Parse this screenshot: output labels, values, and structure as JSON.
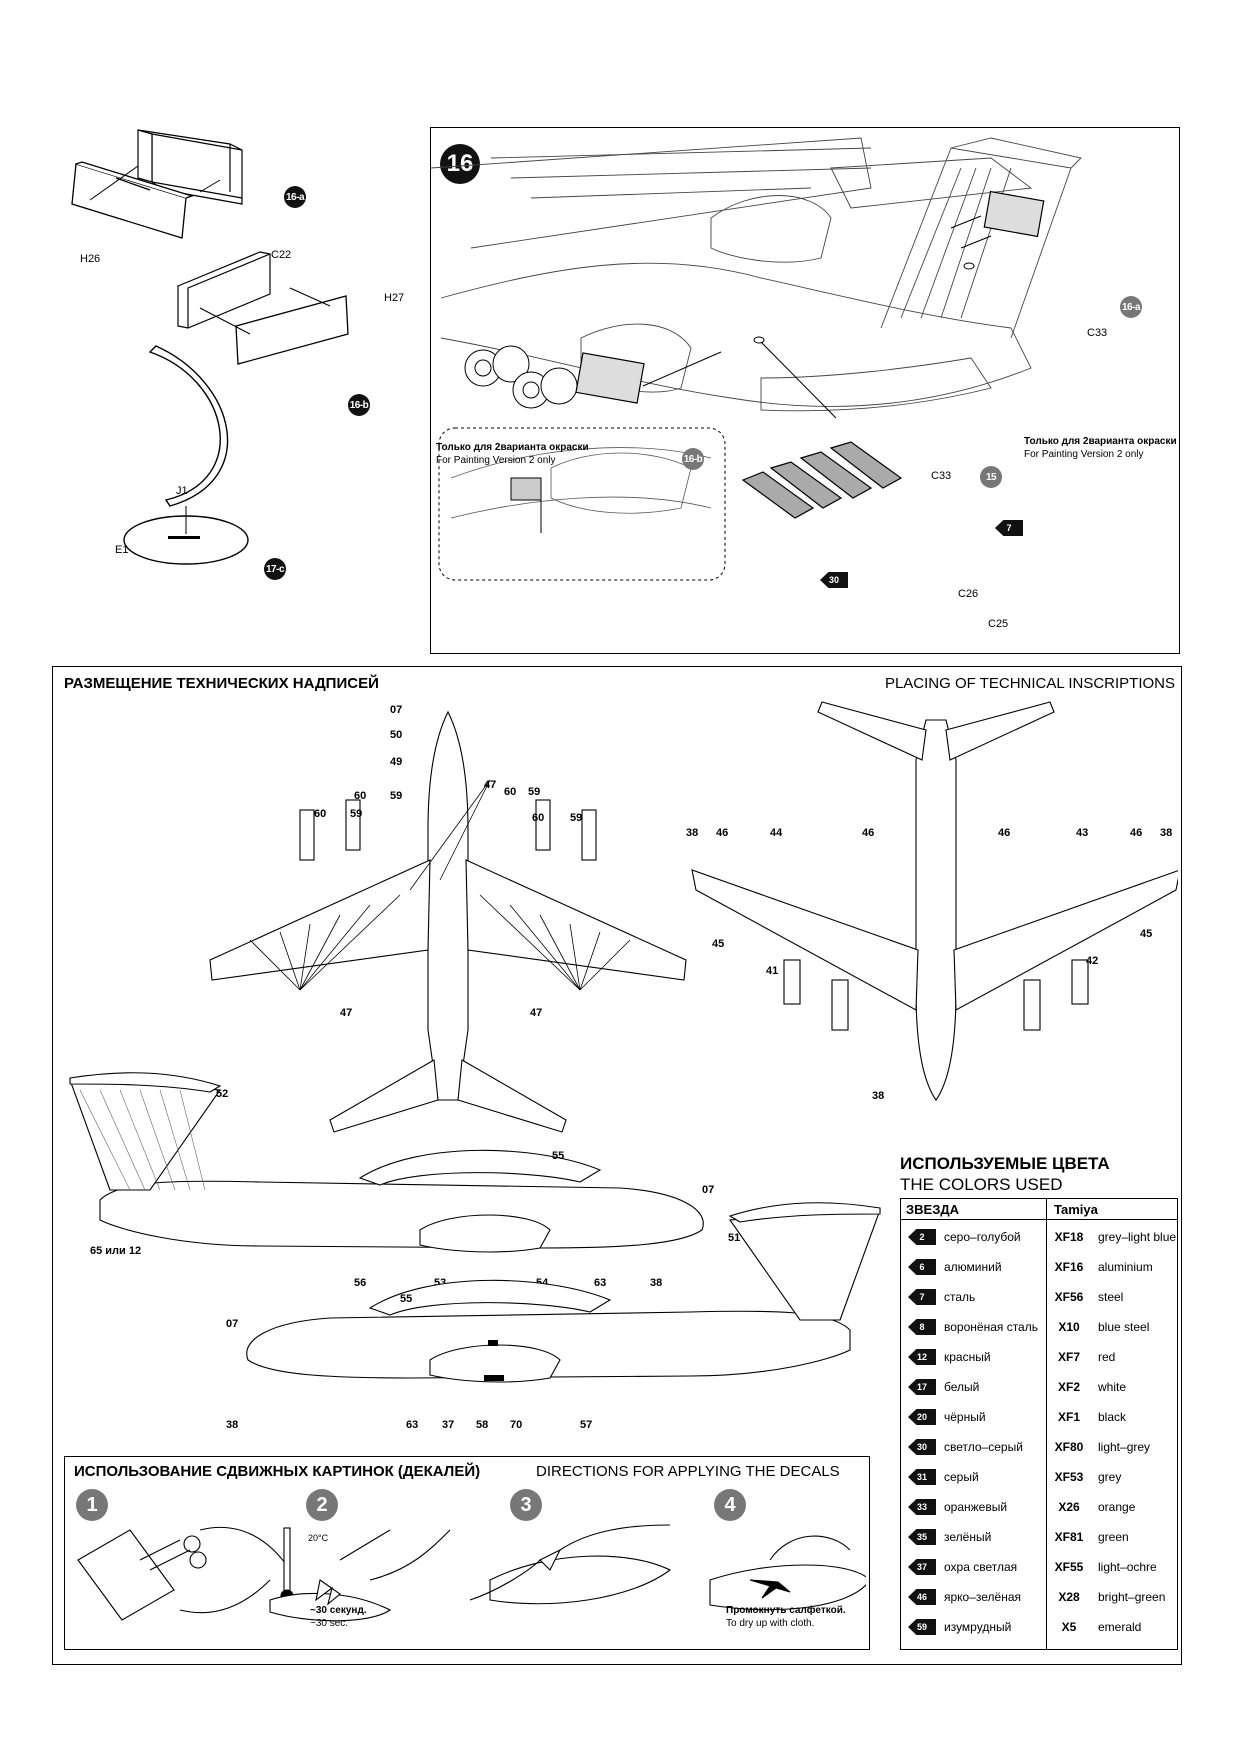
{
  "top_left": {
    "labels": {
      "h26": "H26",
      "c22": "C22",
      "h27": "H27",
      "j1": "J1",
      "e1": "E1"
    },
    "badges": {
      "b16a": "16-a",
      "b16b": "16-b",
      "b17c": "17-c"
    }
  },
  "step16": {
    "number": "16",
    "note_ru": "Только для 2варианта окраски",
    "note_en": "For Painting Version 2 only",
    "note2_ru": "Только для 2варианта окраски",
    "note2_en": "For Painting Version 2 only",
    "labels": {
      "c33a": "C33",
      "c33b": "C33",
      "c26": "C26",
      "c25": "C25"
    },
    "badges": {
      "b16a": "16-a",
      "b16b": "16-b",
      "b15": "15"
    },
    "stars": {
      "s7": "7",
      "s30": "30"
    }
  },
  "inscriptions": {
    "title_ru": "РАЗМЕЩЕНИЕ ТЕХНИЧЕСКИХ НАДПИСЕЙ",
    "title_en": "PLACING OF TECHNICAL INSCRIPTIONS",
    "top_view_labels": [
      "07",
      "50",
      "49",
      "47",
      "60",
      "59",
      "60",
      "59",
      "60",
      "59",
      "60",
      "59",
      "47",
      "47"
    ],
    "bottom_view_labels": [
      "38",
      "46",
      "44",
      "46",
      "46",
      "43",
      "46",
      "38",
      "45",
      "41",
      "42",
      "45",
      "38"
    ],
    "side1_labels": [
      "52",
      "55",
      "07",
      "65 или 12",
      "56",
      "53",
      "54",
      "63",
      "38"
    ],
    "side2_labels": [
      "51",
      "55",
      "07",
      "38",
      "63",
      "37",
      "58",
      "70",
      "57"
    ]
  },
  "colors": {
    "title_ru": "ИСПОЛЬЗУЕМЫЕ ЦВЕТА",
    "title_en": "THE COLORS USED",
    "col_star": "ЗВЕЗДА",
    "col_tamiya": "Tamiya",
    "rows": [
      {
        "star": "2",
        "ru": "серо–голубой",
        "code": "XF18",
        "en": "grey–light blue"
      },
      {
        "star": "6",
        "ru": "алюминий",
        "code": "XF16",
        "en": "aluminium"
      },
      {
        "star": "7",
        "ru": "сталь",
        "code": "XF56",
        "en": "steel"
      },
      {
        "star": "8",
        "ru": "ворoнёная сталь",
        "code": "X10",
        "en": "blue steel"
      },
      {
        "star": "12",
        "ru": "красный",
        "code": "XF7",
        "en": "red"
      },
      {
        "star": "17",
        "ru": "белый",
        "code": "XF2",
        "en": "white"
      },
      {
        "star": "20",
        "ru": "чёрный",
        "code": "XF1",
        "en": "black"
      },
      {
        "star": "30",
        "ru": "светло–серый",
        "code": "XF80",
        "en": "light–grey"
      },
      {
        "star": "31",
        "ru": "серый",
        "code": "XF53",
        "en": "grey"
      },
      {
        "star": "33",
        "ru": "оранжевый",
        "code": "X26",
        "en": "orange"
      },
      {
        "star": "35",
        "ru": "зелёный",
        "code": "XF81",
        "en": "green"
      },
      {
        "star": "37",
        "ru": "охра светлая",
        "code": "XF55",
        "en": "light–ochre"
      },
      {
        "star": "46",
        "ru": "ярко–зелёная",
        "code": "X28",
        "en": "bright–green"
      },
      {
        "star": "59",
        "ru": "изумрудный",
        "code": "X5",
        "en": "emerald"
      }
    ]
  },
  "decals": {
    "title_ru": "ИСПОЛЬЗОВАНИЕ СДВИЖНЫХ КАРТИНОК (ДЕКАЛЕЙ)",
    "title_en": "DIRECTIONS  FOR APPLYING THE DECALS",
    "steps": [
      "1",
      "2",
      "3",
      "4"
    ],
    "temp": "20°C",
    "sec_ru": "~30 секунд.",
    "sec_en": "~30 sec.",
    "dry_ru": "Промокнуть салфеткой.",
    "dry_en": "To dry up with cloth."
  }
}
